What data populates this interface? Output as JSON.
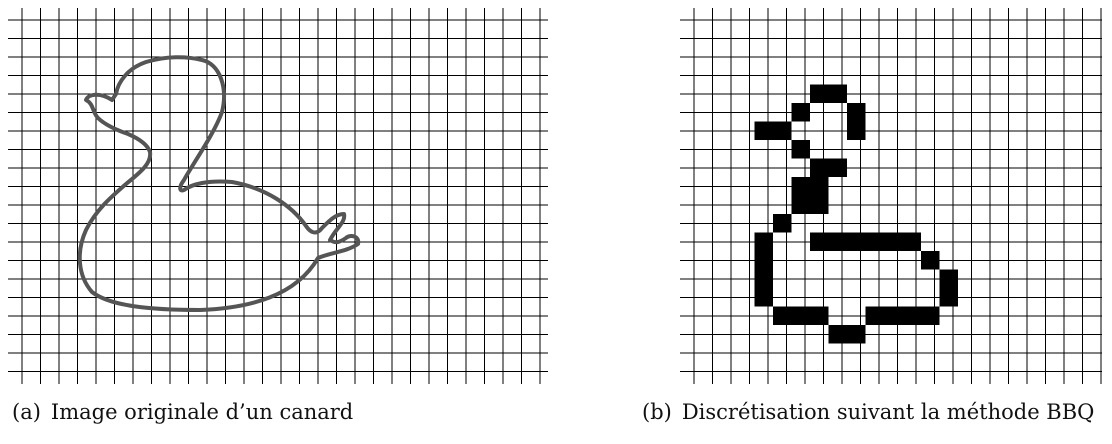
{
  "colors": {
    "grid_line": "#000000",
    "outline_stroke": "#555555",
    "filled_cell": "#000000"
  },
  "panel_a": {
    "sub_label": "(a)",
    "caption": "Image originale d’un canard"
  },
  "panel_b": {
    "sub_label": "(b)",
    "caption": "Discrétisation suivant la méthode BBQ",
    "filled_cells": [
      [
        1,
        3
      ],
      [
        1,
        4
      ],
      [
        2,
        2
      ],
      [
        2,
        5
      ],
      [
        3,
        0
      ],
      [
        3,
        1
      ],
      [
        3,
        5
      ],
      [
        4,
        2
      ],
      [
        5,
        3
      ],
      [
        5,
        4
      ],
      [
        6,
        2
      ],
      [
        6,
        3
      ],
      [
        7,
        2
      ],
      [
        7,
        3
      ],
      [
        8,
        1
      ],
      [
        9,
        0
      ],
      [
        9,
        3
      ],
      [
        9,
        4
      ],
      [
        9,
        5
      ],
      [
        9,
        6
      ],
      [
        9,
        7
      ],
      [
        9,
        8
      ],
      [
        10,
        0
      ],
      [
        10,
        9
      ],
      [
        11,
        0
      ],
      [
        11,
        10
      ],
      [
        12,
        0
      ],
      [
        12,
        10
      ],
      [
        13,
        1
      ],
      [
        13,
        2
      ],
      [
        13,
        3
      ],
      [
        13,
        6
      ],
      [
        13,
        7
      ],
      [
        13,
        8
      ],
      [
        13,
        9
      ],
      [
        14,
        4
      ],
      [
        14,
        5
      ]
    ]
  }
}
